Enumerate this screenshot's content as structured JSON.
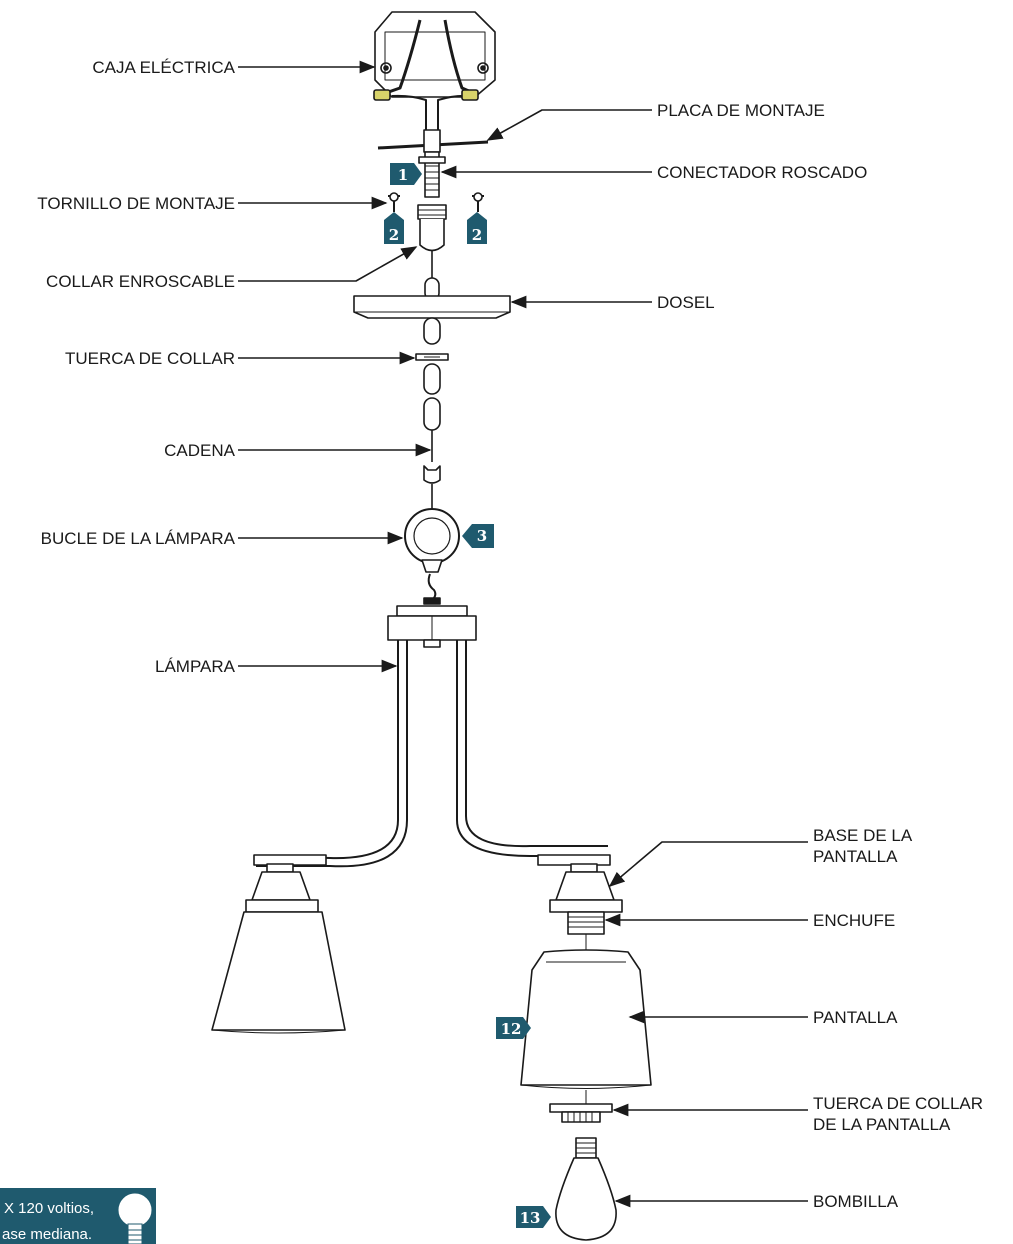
{
  "labels": {
    "caja_electrica": "CAJA ELÉCTRICA",
    "placa_de_montaje": "PLACA DE MONTAJE",
    "conectador_roscado": "CONECTADOR ROSCADO",
    "tornillo_de_montaje": "TORNILLO DE MONTAJE",
    "collar_enroscable": "COLLAR ENROSCABLE",
    "dosel": "DOSEL",
    "tuerca_de_collar": "TUERCA DE COLLAR",
    "cadena": "CADENA",
    "bucle_de_la_lampara": "BUCLE DE LA LÁMPARA",
    "lampara": "LÁMPARA",
    "base_de_la_pantalla": "BASE DE LA PANTALLA",
    "enchufe": "ENCHUFE",
    "pantalla": "PANTALLA",
    "tuerca_de_collar_de_la_pantalla": "TUERCA DE COLLAR DE LA PANTALLA",
    "bombilla": "BOMBILLA"
  },
  "steps": {
    "step_1": "1",
    "step_2a": "2",
    "step_2b": "2",
    "step_3": "3",
    "step_12": "12",
    "step_13": "13"
  },
  "note": {
    "line1": "X 120 voltios,",
    "line2": "ase mediana."
  },
  "colors": {
    "badge": "#1f5a6e",
    "line": "#1a1a1a",
    "note_bg": "#1f5a6e"
  }
}
